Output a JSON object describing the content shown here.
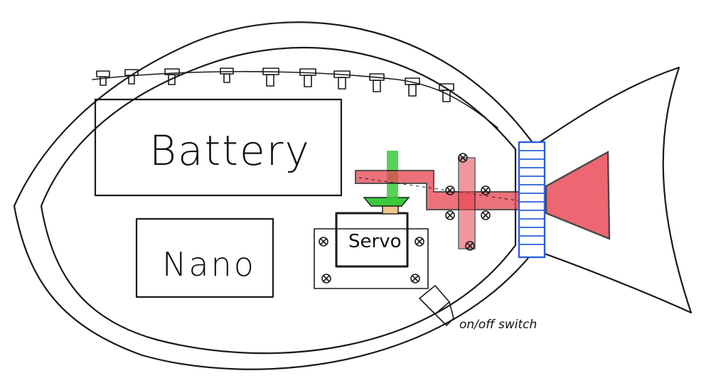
{
  "labels": {
    "battery": "Battery",
    "nano": "Nano",
    "servo": "Servo",
    "switch": "on/off switch"
  },
  "colors": {
    "ink": "#1a1a1a",
    "rod_red": "#e8424f",
    "servo_horn_green": "#3cc93c",
    "gear_blue": "#2b5fd9",
    "tail_fill": "#e8424f"
  }
}
